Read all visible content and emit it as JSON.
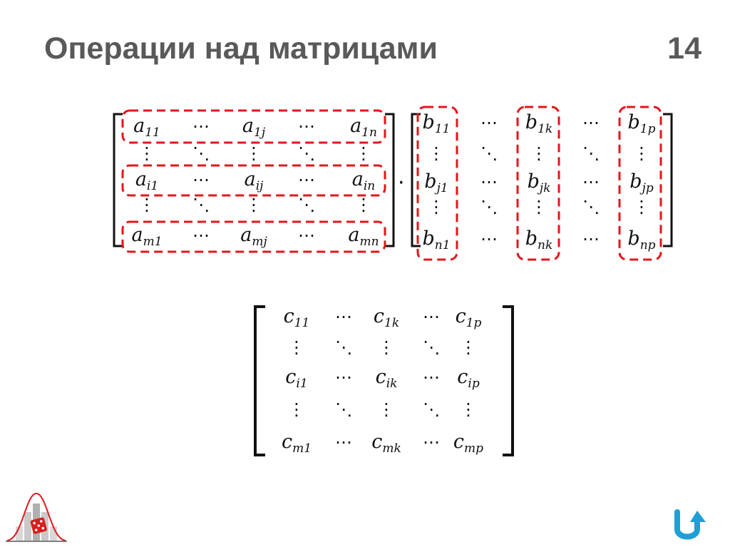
{
  "title": "Операции над матрицами",
  "slide_number": "14",
  "multiply_symbol": "·",
  "ellipsis": "…",
  "vdots": "⋮",
  "ddots": "⋱",
  "matrix_a": {
    "rows": [
      [
        {
          "b": "a",
          "s": "11"
        },
        {
          "d": "h"
        },
        {
          "b": "a",
          "s": "1j"
        },
        {
          "d": "h"
        },
        {
          "b": "a",
          "s": "1n"
        }
      ],
      [
        {
          "d": "v"
        },
        {
          "d": "d"
        },
        {
          "d": "v"
        },
        {
          "d": "d"
        },
        {
          "d": "v"
        }
      ],
      [
        {
          "b": "a",
          "s": "i1"
        },
        {
          "d": "h"
        },
        {
          "b": "a",
          "s": "ij"
        },
        {
          "d": "h"
        },
        {
          "b": "a",
          "s": "in"
        }
      ],
      [
        {
          "d": "v"
        },
        {
          "d": "d"
        },
        {
          "d": "v"
        },
        {
          "d": "d"
        },
        {
          "d": "v"
        }
      ],
      [
        {
          "b": "a",
          "s": "m1"
        },
        {
          "d": "h"
        },
        {
          "b": "a",
          "s": "mj"
        },
        {
          "d": "h"
        },
        {
          "b": "a",
          "s": "mn"
        }
      ]
    ]
  },
  "matrix_b": {
    "rows": [
      [
        {
          "b": "b",
          "s": "11"
        },
        {
          "d": "h"
        },
        {
          "b": "b",
          "s": "1k"
        },
        {
          "d": "h"
        },
        {
          "b": "b",
          "s": "1p"
        }
      ],
      [
        {
          "d": "v"
        },
        {
          "d": "d"
        },
        {
          "d": "v"
        },
        {
          "d": "d"
        },
        {
          "d": "v"
        }
      ],
      [
        {
          "b": "b",
          "s": "j1"
        },
        {
          "d": "h"
        },
        {
          "b": "b",
          "s": "jk"
        },
        {
          "d": "h"
        },
        {
          "b": "b",
          "s": "jp"
        }
      ],
      [
        {
          "d": "v"
        },
        {
          "d": "d"
        },
        {
          "d": "v"
        },
        {
          "d": "d"
        },
        {
          "d": "v"
        }
      ],
      [
        {
          "b": "b",
          "s": "n1"
        },
        {
          "d": "h"
        },
        {
          "b": "b",
          "s": "nk"
        },
        {
          "d": "h"
        },
        {
          "b": "b",
          "s": "np"
        }
      ]
    ]
  },
  "matrix_c": {
    "rows": [
      [
        {
          "b": "c",
          "s": "11"
        },
        {
          "d": "h"
        },
        {
          "b": "c",
          "s": "1k"
        },
        {
          "d": "h"
        },
        {
          "b": "c",
          "s": "1p"
        }
      ],
      [
        {
          "d": "v"
        },
        {
          "d": "d"
        },
        {
          "d": "v"
        },
        {
          "d": "d"
        },
        {
          "d": "v"
        }
      ],
      [
        {
          "b": "c",
          "s": "i1"
        },
        {
          "d": "h"
        },
        {
          "b": "c",
          "s": "ik"
        },
        {
          "d": "h"
        },
        {
          "b": "c",
          "s": "ip"
        }
      ],
      [
        {
          "d": "v"
        },
        {
          "d": "d"
        },
        {
          "d": "v"
        },
        {
          "d": "d"
        },
        {
          "d": "v"
        }
      ],
      [
        {
          "b": "c",
          "s": "m1"
        },
        {
          "d": "h"
        },
        {
          "b": "c",
          "s": "mk"
        },
        {
          "d": "h"
        },
        {
          "b": "c",
          "s": "mp"
        }
      ]
    ]
  },
  "colors": {
    "title": "#595959",
    "highlight": "#e3161b",
    "nav_arrow": "#1e9fd6"
  },
  "icons": {
    "logo": "normal-distribution-dice-icon",
    "nav": "return-arrow-icon"
  }
}
